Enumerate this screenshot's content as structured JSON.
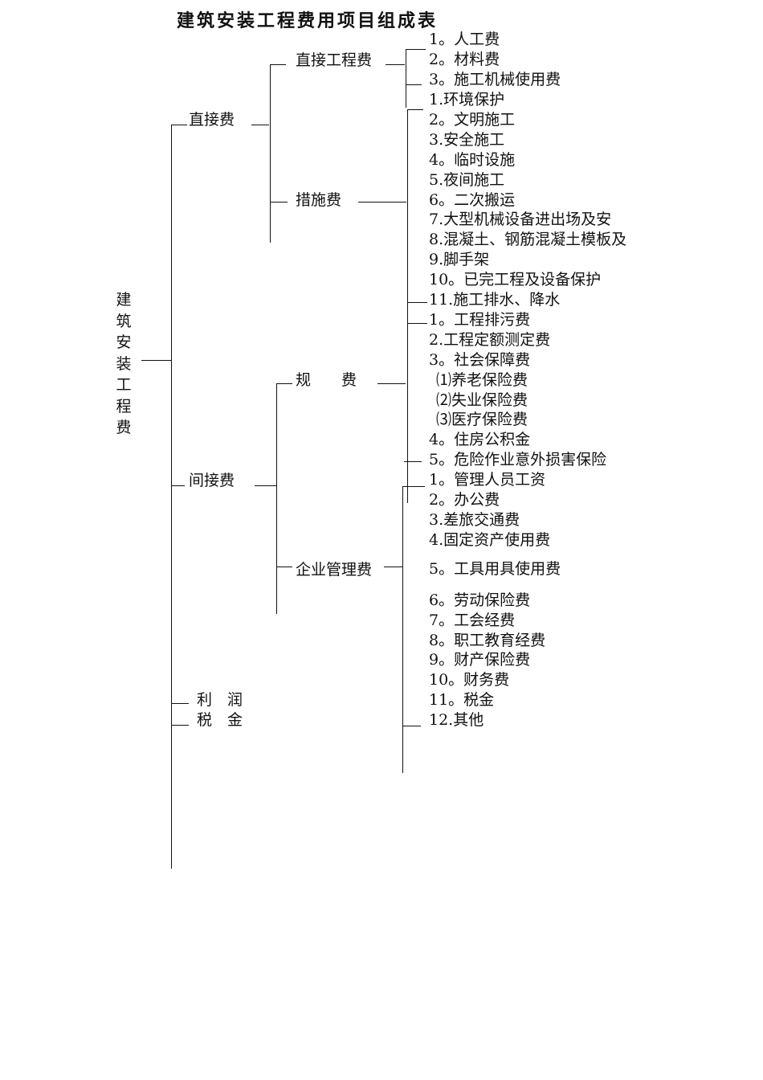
{
  "title": "建筑安装工程费用项目组成表",
  "root": "建\n筑\n安\n装\n工\n程\n费",
  "level1": {
    "direct": "直接费",
    "indirect": "间接费",
    "profit": "利　润",
    "tax": "税　金"
  },
  "level2": {
    "direct_engineering": "直接工程费",
    "measures": "措施费",
    "regulatory": "规　　费",
    "enterprise_management": "企业管理费"
  },
  "items": {
    "direct_engineering": [
      "1。人工费",
      "2。材料费",
      "3。施工机械使用费"
    ],
    "measures": [
      "1.环境保护",
      "2。文明施工",
      "3.安全施工",
      "4。临时设施",
      "5.夜间施工",
      "6。二次搬运",
      "7.大型机械设备进出场及安",
      "8.混凝土、钢筋混凝土模板及",
      "9.脚手架",
      "10。已完工程及设备保护",
      "11.施工排水、降水"
    ],
    "regulatory": [
      "1。工程排污费",
      "2.工程定额测定费",
      "3。社会保障费",
      "⑴养老保险费",
      "⑵失业保险费",
      "⑶医疗保险费",
      "4。住房公积金",
      "5。危险作业意外损害保险"
    ],
    "enterprise_management": [
      "1。管理人员工资",
      "2。办公费",
      "3.差旅交通费",
      "4.固定资产使用费",
      "5。工具用具使用费",
      "6。劳动保险费",
      "7。工会经费",
      "8。职工教育经费",
      "9。财产保险费",
      "10。财务费",
      "11。税金",
      "12.其他"
    ]
  }
}
